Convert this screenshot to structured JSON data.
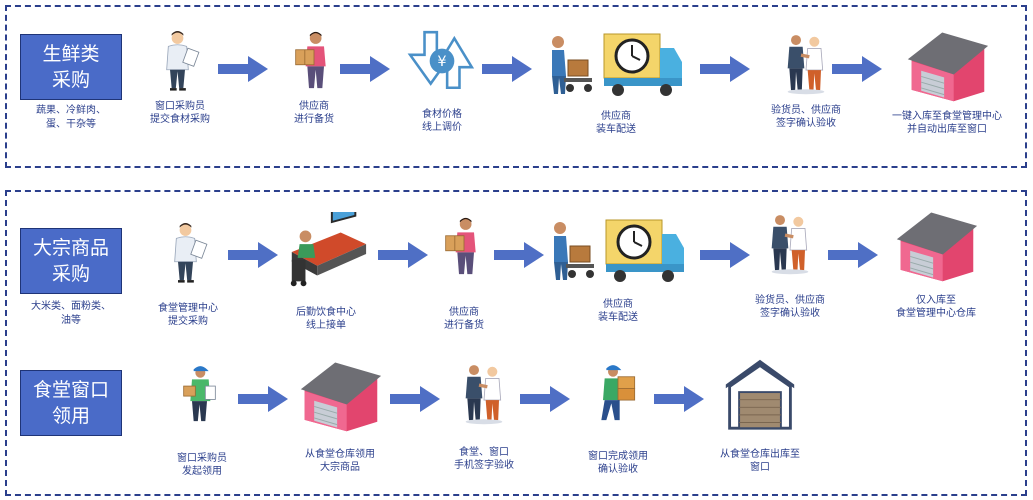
{
  "sections": [
    {
      "category": "生鲜类\n采购",
      "subtitle": "蔬果、冷鲜肉、\n蛋、干杂等",
      "steps": [
        {
          "icon": "clerk-clipboard-icon",
          "caption": "窗口采购员\n提交食材采购"
        },
        {
          "icon": "carrying-box-icon",
          "caption": "供应商\n进行备货"
        },
        {
          "icon": "yuan-price-arrows-icon",
          "caption": "食材价格\n线上调价"
        },
        {
          "icon": "delivery-truck-clock-icon",
          "caption": "供应商\n装车配送"
        },
        {
          "icon": "handshake-icon",
          "caption": "验货员、供应商\n签字确认验收"
        },
        {
          "icon": "warehouse-icon",
          "caption": "一键入库至食堂管理中心\n并自动出库至窗口"
        }
      ]
    },
    {
      "category": "大宗商品\n采购",
      "subtitle": "大米类、面粉类、\n油等",
      "steps": [
        {
          "icon": "clerk-clipboard-icon",
          "caption": "食堂管理中心\n提交采购"
        },
        {
          "icon": "office-desk-computer-icon",
          "caption": "后勤饮食中心\n线上接单"
        },
        {
          "icon": "carrying-box-icon",
          "caption": "供应商\n进行备货"
        },
        {
          "icon": "delivery-truck-clock-icon",
          "caption": "供应商\n装车配送"
        },
        {
          "icon": "handshake-icon",
          "caption": "验货员、供应商\n签字确认验收"
        },
        {
          "icon": "warehouse-icon",
          "caption": "仅入库至\n食堂管理中心仓库"
        }
      ]
    },
    {
      "category": "食堂窗口\n领用",
      "subtitle": "",
      "steps": [
        {
          "icon": "worker-clipboard-icon",
          "caption": "窗口采购员\n发起领用"
        },
        {
          "icon": "warehouse-icon",
          "caption": "从食堂仓库领用\n大宗商品"
        },
        {
          "icon": "handshake-icon",
          "caption": "食堂、窗口\n手机签字验收"
        },
        {
          "icon": "courier-boxes-icon",
          "caption": "窗口完成领用\n确认验收"
        },
        {
          "icon": "storage-shed-icon",
          "caption": "从食堂仓库出库至\n窗口"
        }
      ]
    }
  ],
  "colors": {
    "accent": "#4a6bc8",
    "border": "#2b3f8c",
    "arrow": "#4f6fc5",
    "warehouse": "#e2456e"
  }
}
